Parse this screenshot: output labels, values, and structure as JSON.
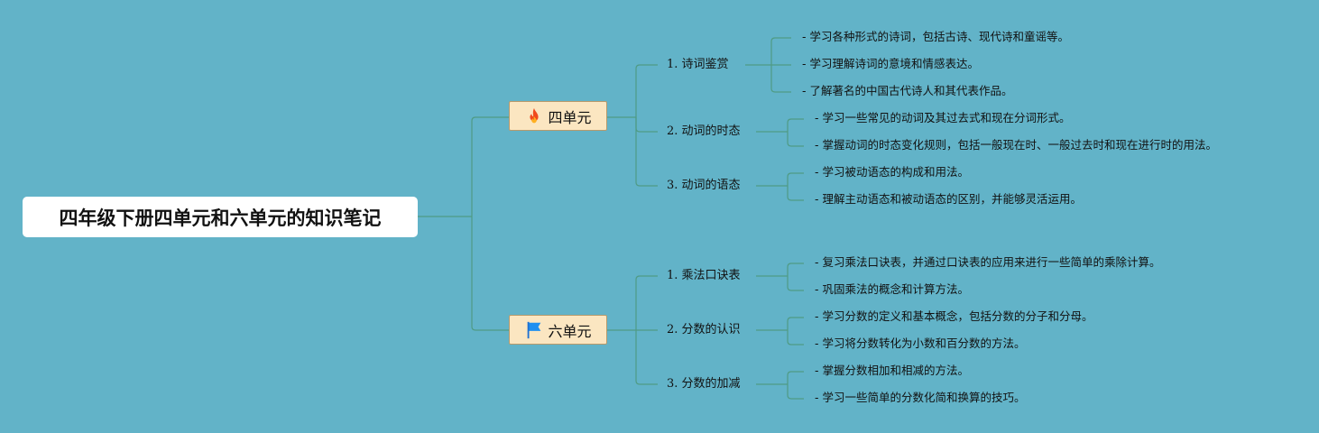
{
  "root": {
    "title": "四年级下册四单元和六单元的知识笔记"
  },
  "colors": {
    "background": "#62b3c8",
    "connector": "#4f9b84",
    "unit_fill": "#fbe6c1"
  },
  "units": [
    {
      "label": "四单元",
      "icon": "fire-icon",
      "topics": [
        {
          "label": "1. 诗词鉴赏",
          "details": [
            "- 学习各种形式的诗词，包括古诗、现代诗和童谣等。",
            "- 学习理解诗词的意境和情感表达。",
            "- 了解著名的中国古代诗人和其代表作品。"
          ]
        },
        {
          "label": "2. 动词的时态",
          "details": [
            "- 学习一些常见的动词及其过去式和现在分词形式。",
            "- 掌握动词的时态变化规则，包括一般现在时、一般过去时和现在进行时的用法。"
          ]
        },
        {
          "label": "3. 动词的语态",
          "details": [
            "- 学习被动语态的构成和用法。",
            "- 理解主动语态和被动语态的区别，并能够灵活运用。"
          ]
        }
      ]
    },
    {
      "label": "六单元",
      "icon": "flag-icon",
      "topics": [
        {
          "label": "1. 乘法口诀表",
          "details": [
            "- 复习乘法口诀表，并通过口诀表的应用来进行一些简单的乘除计算。",
            "- 巩固乘法的概念和计算方法。"
          ]
        },
        {
          "label": "2. 分数的认识",
          "details": [
            "- 学习分数的定义和基本概念，包括分数的分子和分母。",
            "- 学习将分数转化为小数和百分数的方法。"
          ]
        },
        {
          "label": "3. 分数的加减",
          "details": [
            "- 掌握分数相加和相减的方法。",
            "- 学习一些简单的分数化简和换算的技巧。"
          ]
        }
      ]
    }
  ]
}
